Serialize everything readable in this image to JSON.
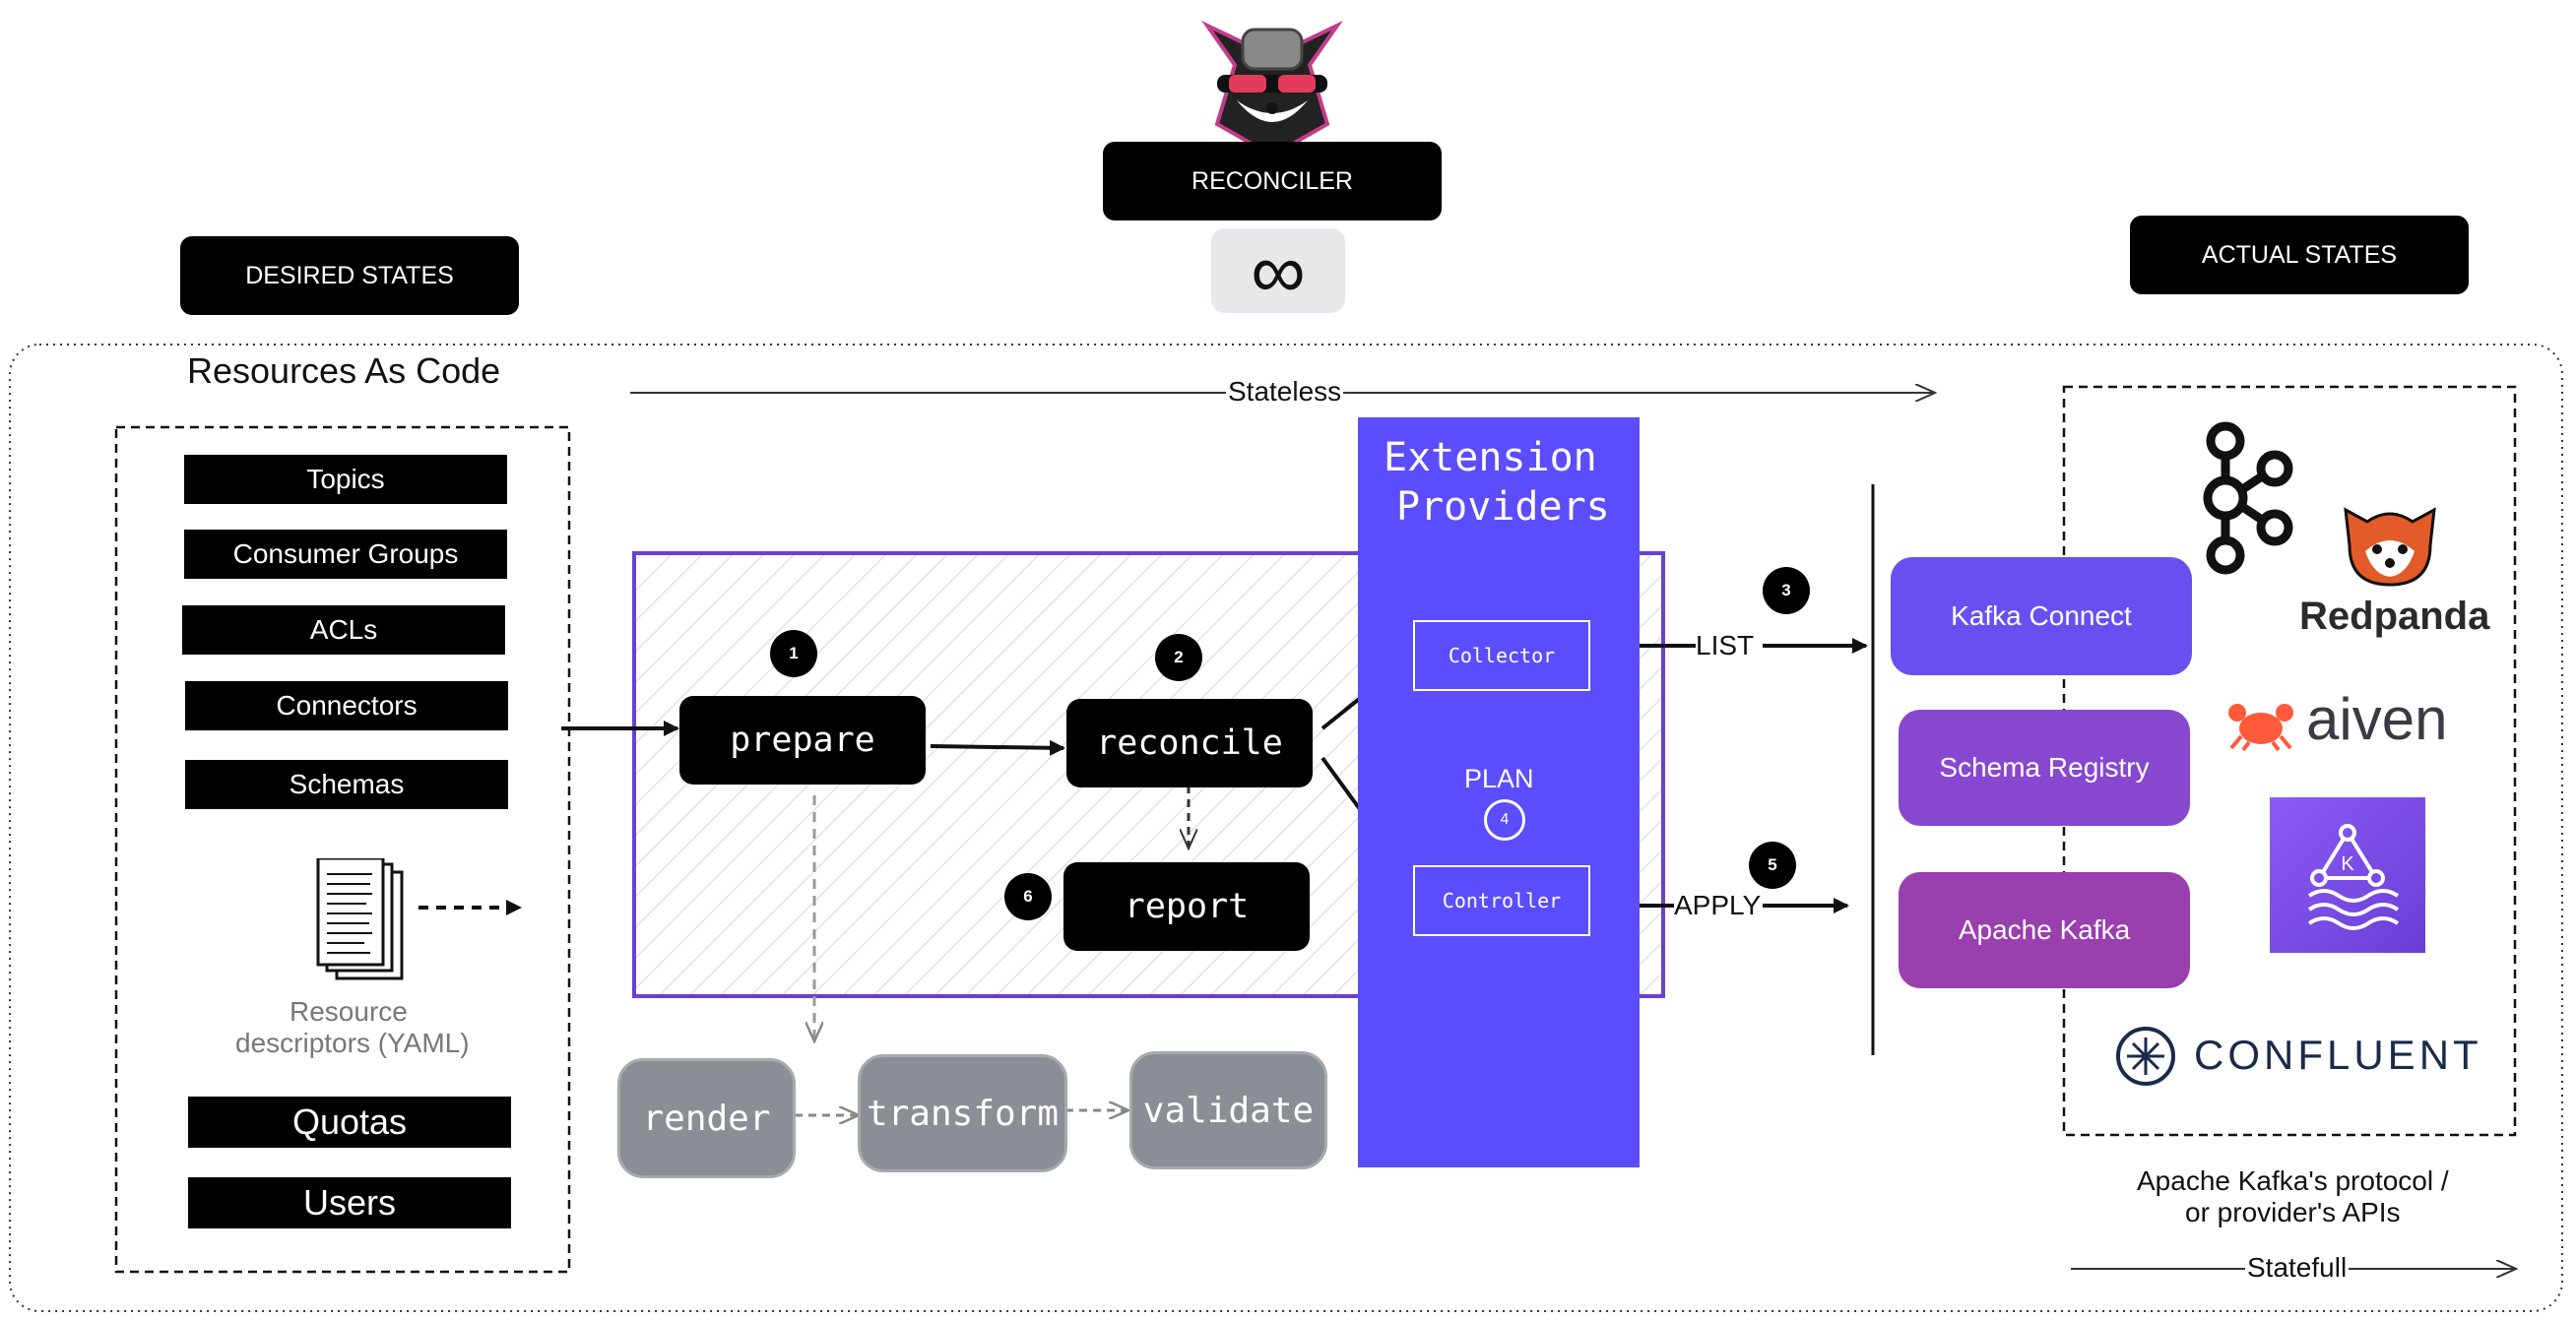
{
  "header": {
    "reconciler_label": "RECONCILER",
    "desired_label": "DESIRED STATES",
    "actual_label": "ACTUAL STATES",
    "infinity_symbol": "∞"
  },
  "left": {
    "title": "Resources As Code",
    "resources": [
      "Topics",
      "Consumer Groups",
      "ACLs",
      "Connectors",
      "Schemas"
    ],
    "descriptor_line1": "Resource",
    "descriptor_line2": "descriptors (YAML)",
    "resources_extra": [
      "Quotas",
      "Users"
    ]
  },
  "flow": {
    "stateless": "Stateless",
    "statefull": "Statefull",
    "steps": {
      "prepare": "prepare",
      "reconcile": "reconcile",
      "report": "report"
    },
    "badges": {
      "b1": "1",
      "b2": "2",
      "b3": "3",
      "b4": "4",
      "b5": "5",
      "b6": "6"
    },
    "sub_steps": [
      "render",
      "transform",
      "validate"
    ]
  },
  "extension": {
    "title_line1": "Extension",
    "title_line2": "Providers",
    "collector": "Collector",
    "controller": "Controller",
    "plan": "PLAN",
    "list": "LIST",
    "apply": "APPLY"
  },
  "targets": {
    "kafka_connect": "Kafka Connect",
    "schema_registry": "Schema Registry",
    "apache_kafka": "Apache Kafka"
  },
  "logos": {
    "redpanda": "Redpanda",
    "aiven": "aiven",
    "confluent": "CONFLUENT",
    "kafka_icon": "kafka-icon",
    "aws_msk_icon": "aws-msk-icon"
  },
  "footer": {
    "line1": "Apache Kafka's protocol /",
    "line2": "or provider's APIs"
  },
  "colors": {
    "provider_blue": "#5b4dfb",
    "kafka_connect": "#6a4ff0",
    "schema_registry": "#8748cf",
    "apache_kafka": "#9a3fae",
    "hatch_border": "#6a3fd6"
  }
}
